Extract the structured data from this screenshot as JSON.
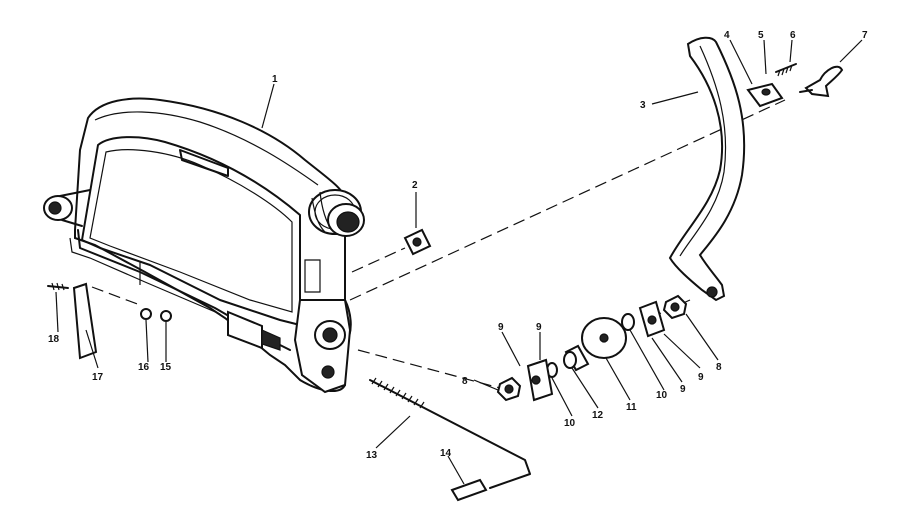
{
  "diagram": {
    "parts": [
      {
        "id": "1",
        "label": "1"
      },
      {
        "id": "2",
        "label": "2"
      },
      {
        "id": "3",
        "label": "3"
      },
      {
        "id": "4",
        "label": "4"
      },
      {
        "id": "5",
        "label": "5"
      },
      {
        "id": "6",
        "label": "6"
      },
      {
        "id": "7",
        "label": "7"
      },
      {
        "id": "8a",
        "label": "8"
      },
      {
        "id": "8b",
        "label": "8"
      },
      {
        "id": "9a",
        "label": "9"
      },
      {
        "id": "9b",
        "label": "9"
      },
      {
        "id": "9c",
        "label": "9"
      },
      {
        "id": "9d",
        "label": "9"
      },
      {
        "id": "10a",
        "label": "10"
      },
      {
        "id": "10b",
        "label": "10"
      },
      {
        "id": "11",
        "label": "11"
      },
      {
        "id": "12",
        "label": "12"
      },
      {
        "id": "13",
        "label": "13"
      },
      {
        "id": "14",
        "label": "14"
      },
      {
        "id": "15",
        "label": "15"
      },
      {
        "id": "16",
        "label": "16"
      },
      {
        "id": "17",
        "label": "17"
      },
      {
        "id": "18",
        "label": "18"
      }
    ]
  }
}
